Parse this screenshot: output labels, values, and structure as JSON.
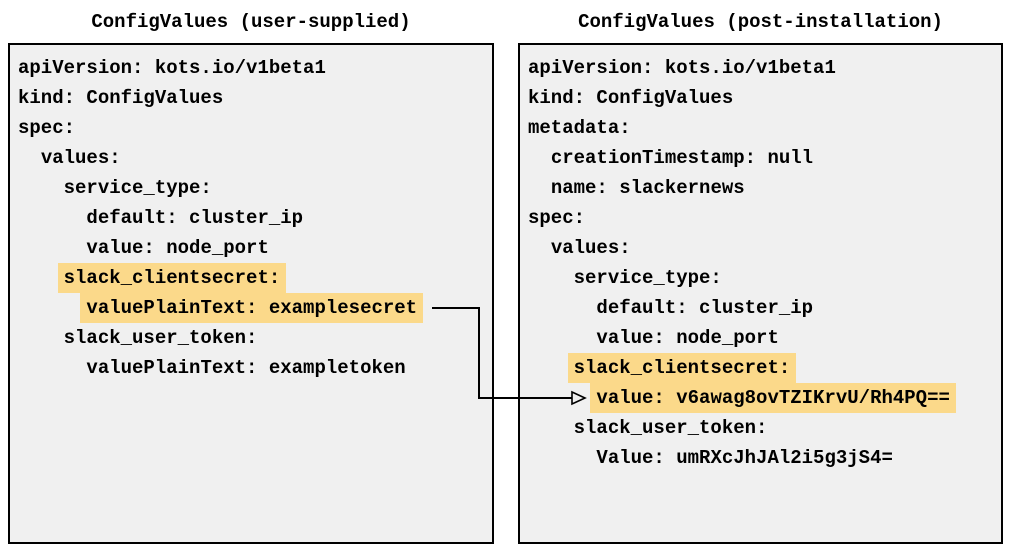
{
  "colors": {
    "highlight": "#fbd98a",
    "box_background": "#f0f0f0",
    "box_border": "#000000",
    "arrow": "#000000"
  },
  "left_panel": {
    "title": "ConfigValues (user-supplied)",
    "lines": [
      {
        "indent": "",
        "text": "apiVersion: kots.io/v1beta1",
        "highlight": false
      },
      {
        "indent": "",
        "text": "kind: ConfigValues",
        "highlight": false
      },
      {
        "indent": "",
        "text": "spec:",
        "highlight": false
      },
      {
        "indent": "  ",
        "text": "values:",
        "highlight": false
      },
      {
        "indent": "    ",
        "text": "service_type:",
        "highlight": false
      },
      {
        "indent": "      ",
        "text": "default: cluster_ip",
        "highlight": false
      },
      {
        "indent": "      ",
        "text": "value: node_port",
        "highlight": false
      },
      {
        "indent": "    ",
        "text": "slack_clientsecret:",
        "highlight": true
      },
      {
        "indent": "      ",
        "text": "valuePlainText: examplesecret",
        "highlight": true
      },
      {
        "indent": "    ",
        "text": "slack_user_token:",
        "highlight": false
      },
      {
        "indent": "      ",
        "text": "valuePlainText: exampletoken",
        "highlight": false
      }
    ]
  },
  "right_panel": {
    "title": "ConfigValues (post-installation)",
    "lines": [
      {
        "indent": "",
        "text": "apiVersion: kots.io/v1beta1",
        "highlight": false
      },
      {
        "indent": "",
        "text": "kind: ConfigValues",
        "highlight": false
      },
      {
        "indent": "",
        "text": "metadata:",
        "highlight": false
      },
      {
        "indent": "  ",
        "text": "creationTimestamp: null",
        "highlight": false
      },
      {
        "indent": "  ",
        "text": "name: slackernews",
        "highlight": false
      },
      {
        "indent": "",
        "text": "spec:",
        "highlight": false
      },
      {
        "indent": "  ",
        "text": "values:",
        "highlight": false
      },
      {
        "indent": "    ",
        "text": "service_type:",
        "highlight": false
      },
      {
        "indent": "      ",
        "text": "default: cluster_ip",
        "highlight": false
      },
      {
        "indent": "      ",
        "text": "value: node_port",
        "highlight": false
      },
      {
        "indent": "    ",
        "text": "slack_clientsecret:",
        "highlight": true
      },
      {
        "indent": "      ",
        "text": "value: v6awag8ovTZIKrvU/Rh4PQ==",
        "highlight": true
      },
      {
        "indent": "    ",
        "text": "slack_user_token:",
        "highlight": false
      },
      {
        "indent": "      ",
        "text": "Value: umRXcJhJAl2i5g3jS4=",
        "highlight": false
      }
    ]
  },
  "arrow": {
    "from": "valuePlainText: examplesecret",
    "to": "value: v6awag8ovTZIKrvU/Rh4PQ=="
  }
}
